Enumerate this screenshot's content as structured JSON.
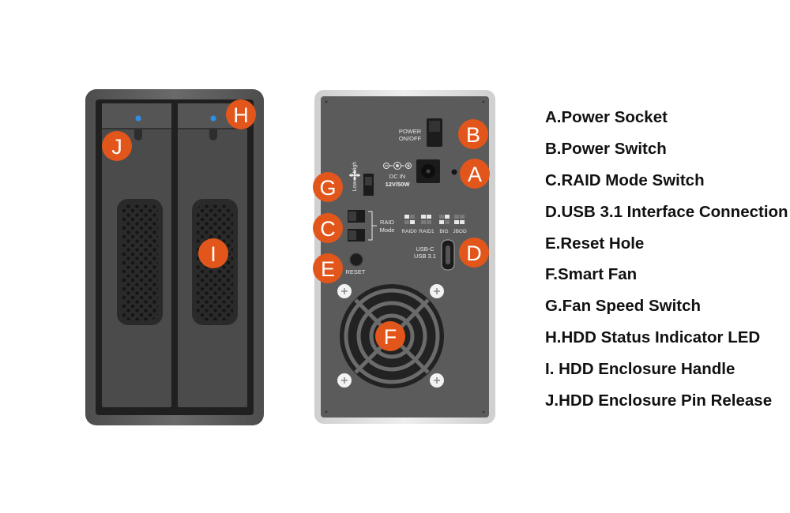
{
  "colors": {
    "callout": "#e2561b",
    "led": "#2f8fe8",
    "panel": "#5b5b5b",
    "frame": "#5e5e5e"
  },
  "callouts": {
    "a": "A",
    "b": "B",
    "c": "C",
    "d": "D",
    "e": "E",
    "f": "F",
    "g": "G",
    "h": "H",
    "i": "I",
    "j": "J"
  },
  "rear_panel": {
    "power_label_1": "POWER",
    "power_label_2": "ON/OFF",
    "dc_label_1": "DC IN",
    "dc_label_2": "12V/50W",
    "fan_low": "Low",
    "fan_high": "High",
    "raid_label_1": "RAID",
    "raid_label_2": "Mode",
    "raid_modes": [
      "RAID0",
      "RAID1",
      "BIG",
      "JBOD"
    ],
    "usb_label_1": "USB-C",
    "usb_label_2": "USB 3.1",
    "reset_label": "RESET"
  },
  "legend": [
    "A.Power Socket",
    "B.Power Switch",
    "C.RAID Mode Switch",
    "D.USB 3.1 Interface Connection",
    "E.Reset Hole",
    "F.Smart Fan",
    "G.Fan Speed Switch",
    "H.HDD Status Indicator LED",
    "I. HDD Enclosure Handle",
    "J.HDD Enclosure Pin Release"
  ]
}
